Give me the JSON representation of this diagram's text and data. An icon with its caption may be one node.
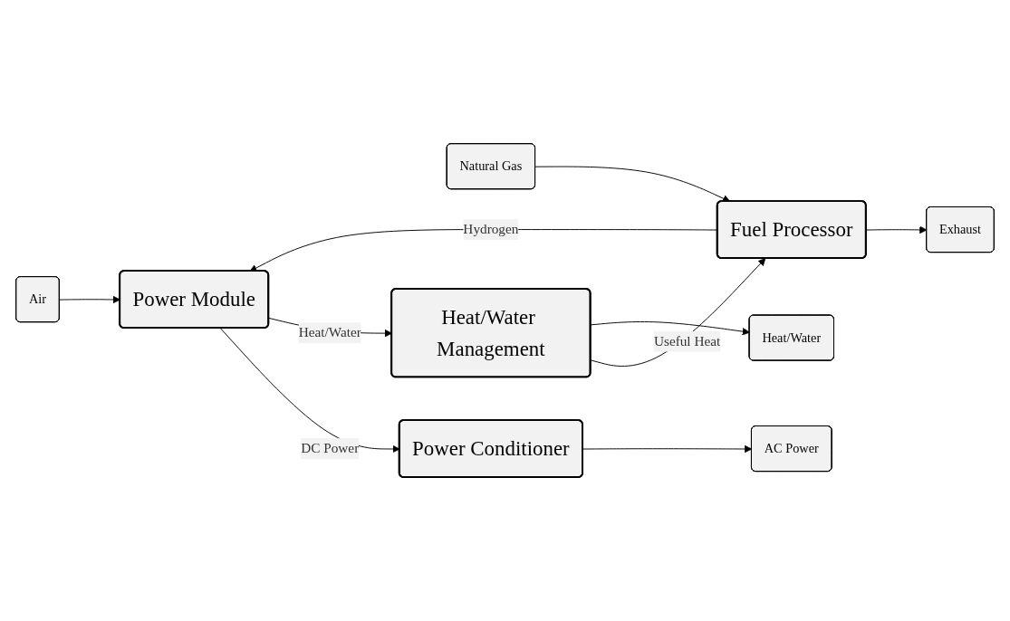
{
  "diagram": {
    "nodes": [
      {
        "text": [
          "Exhaust"
        ]
      },
      {
        "text": [
          "Air"
        ]
      },
      {
        "text": [
          "Natural Gas"
        ]
      },
      {
        "text": [
          "Fuel Processor"
        ]
      },
      {
        "text": [
          "Power Module"
        ]
      },
      {
        "text": [
          "Power Conditioner"
        ]
      },
      {
        "text": [
          "AC Power"
        ]
      },
      {
        "text": [
          "Heat/Water Management"
        ]
      },
      {
        "text": [
          "Heat/Water"
        ]
      }
    ],
    "edges": [
      {
        "from": 2,
        "to": 3,
        "arrow": "to"
      },
      {
        "from": 3,
        "to": 0,
        "arrow": "to"
      },
      {
        "from": 1,
        "to": 4,
        "arrow": "to"
      },
      {
        "from": 3,
        "to": 4,
        "label": "Hydrogen",
        "arrow": "to"
      },
      {
        "from": 4,
        "to": 5,
        "label": "DC Power",
        "arrow": "to"
      },
      {
        "from": 5,
        "to": 6,
        "arrow": "to"
      },
      {
        "from": 4,
        "to": 7,
        "label": "Heat/Water",
        "arrow": "to"
      },
      {
        "from": 7,
        "to": 3,
        "label": "Useful Heat",
        "arrow": "to"
      },
      {
        "from": 7,
        "to": 8,
        "arrow": "to"
      }
    ]
  }
}
